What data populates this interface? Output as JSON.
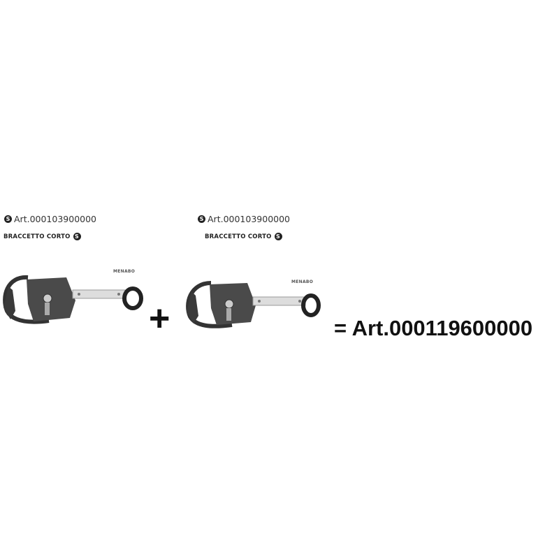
{
  "products": [
    {
      "badge": "S",
      "article": "Art.000103900000",
      "name": "BRACCETTO CORTO",
      "logo": "MENABO"
    },
    {
      "badge": "S",
      "article": "Art.000103900000",
      "name": "BRACCETTO CORTO",
      "logo": "MENABO"
    }
  ],
  "plus_sign": "+",
  "result": "= Art.000119600000"
}
